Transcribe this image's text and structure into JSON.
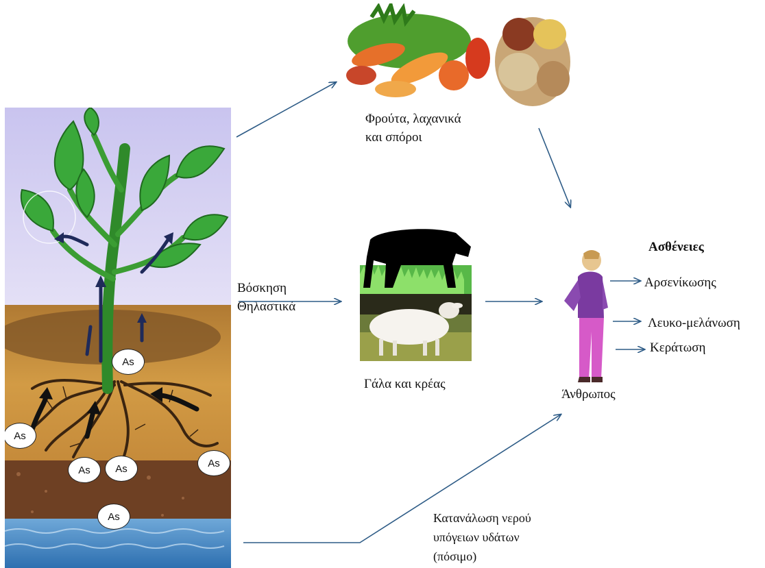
{
  "fruits_label": [
    "Φρούτα, λαχανικά",
    "και σπόροι"
  ],
  "grazing_label": [
    "Βόσκηση",
    "Θηλαστικά"
  ],
  "milk_meat_label": "Γάλα και κρέας",
  "water_label": [
    "Κατανάλωση νερού",
    "υπόγειων υδάτων",
    "(πόσιμο)"
  ],
  "human_label": "Άνθρωπος",
  "diseases": {
    "title": "Ασθένειες",
    "items": [
      "Αρσενίκωσης",
      "Λευκο-μελάνωση",
      "Κεράτωση"
    ]
  },
  "arsenic_symbol": "As",
  "colors": {
    "sky": "#d9d3f2",
    "soil": "#c9913a",
    "deep_soil": "#7a4a28",
    "water": "#4f8fc9",
    "plant": "#2f8a2a",
    "arrow": "#2d5b86"
  }
}
